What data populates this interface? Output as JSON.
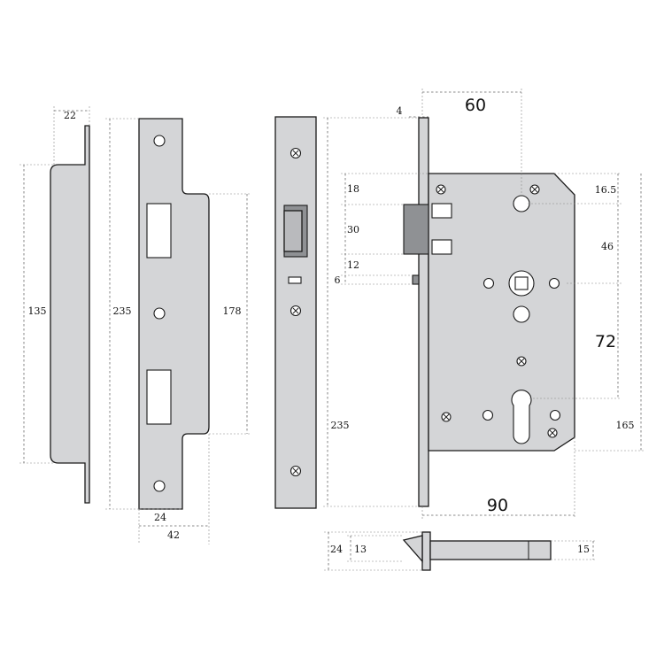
{
  "strike_plate": {
    "d_width": "22",
    "d_height": "135"
  },
  "keeper": {
    "d_total_height": "235",
    "d_inner_height": "178",
    "d_inner_width": "24",
    "d_outer_width": "42"
  },
  "lock_body": {
    "d_backset": "60",
    "d_faceplate": "4",
    "d_total_height": "235",
    "d_18": "18",
    "d_30": "30",
    "d_12": "12",
    "d_6": "6",
    "d_16_5": "16.5",
    "d_46": "46",
    "d_72": "72",
    "d_165": "165",
    "d_90": "90"
  },
  "latch": {
    "d_24": "24",
    "d_13": "13",
    "d_15": "15"
  }
}
